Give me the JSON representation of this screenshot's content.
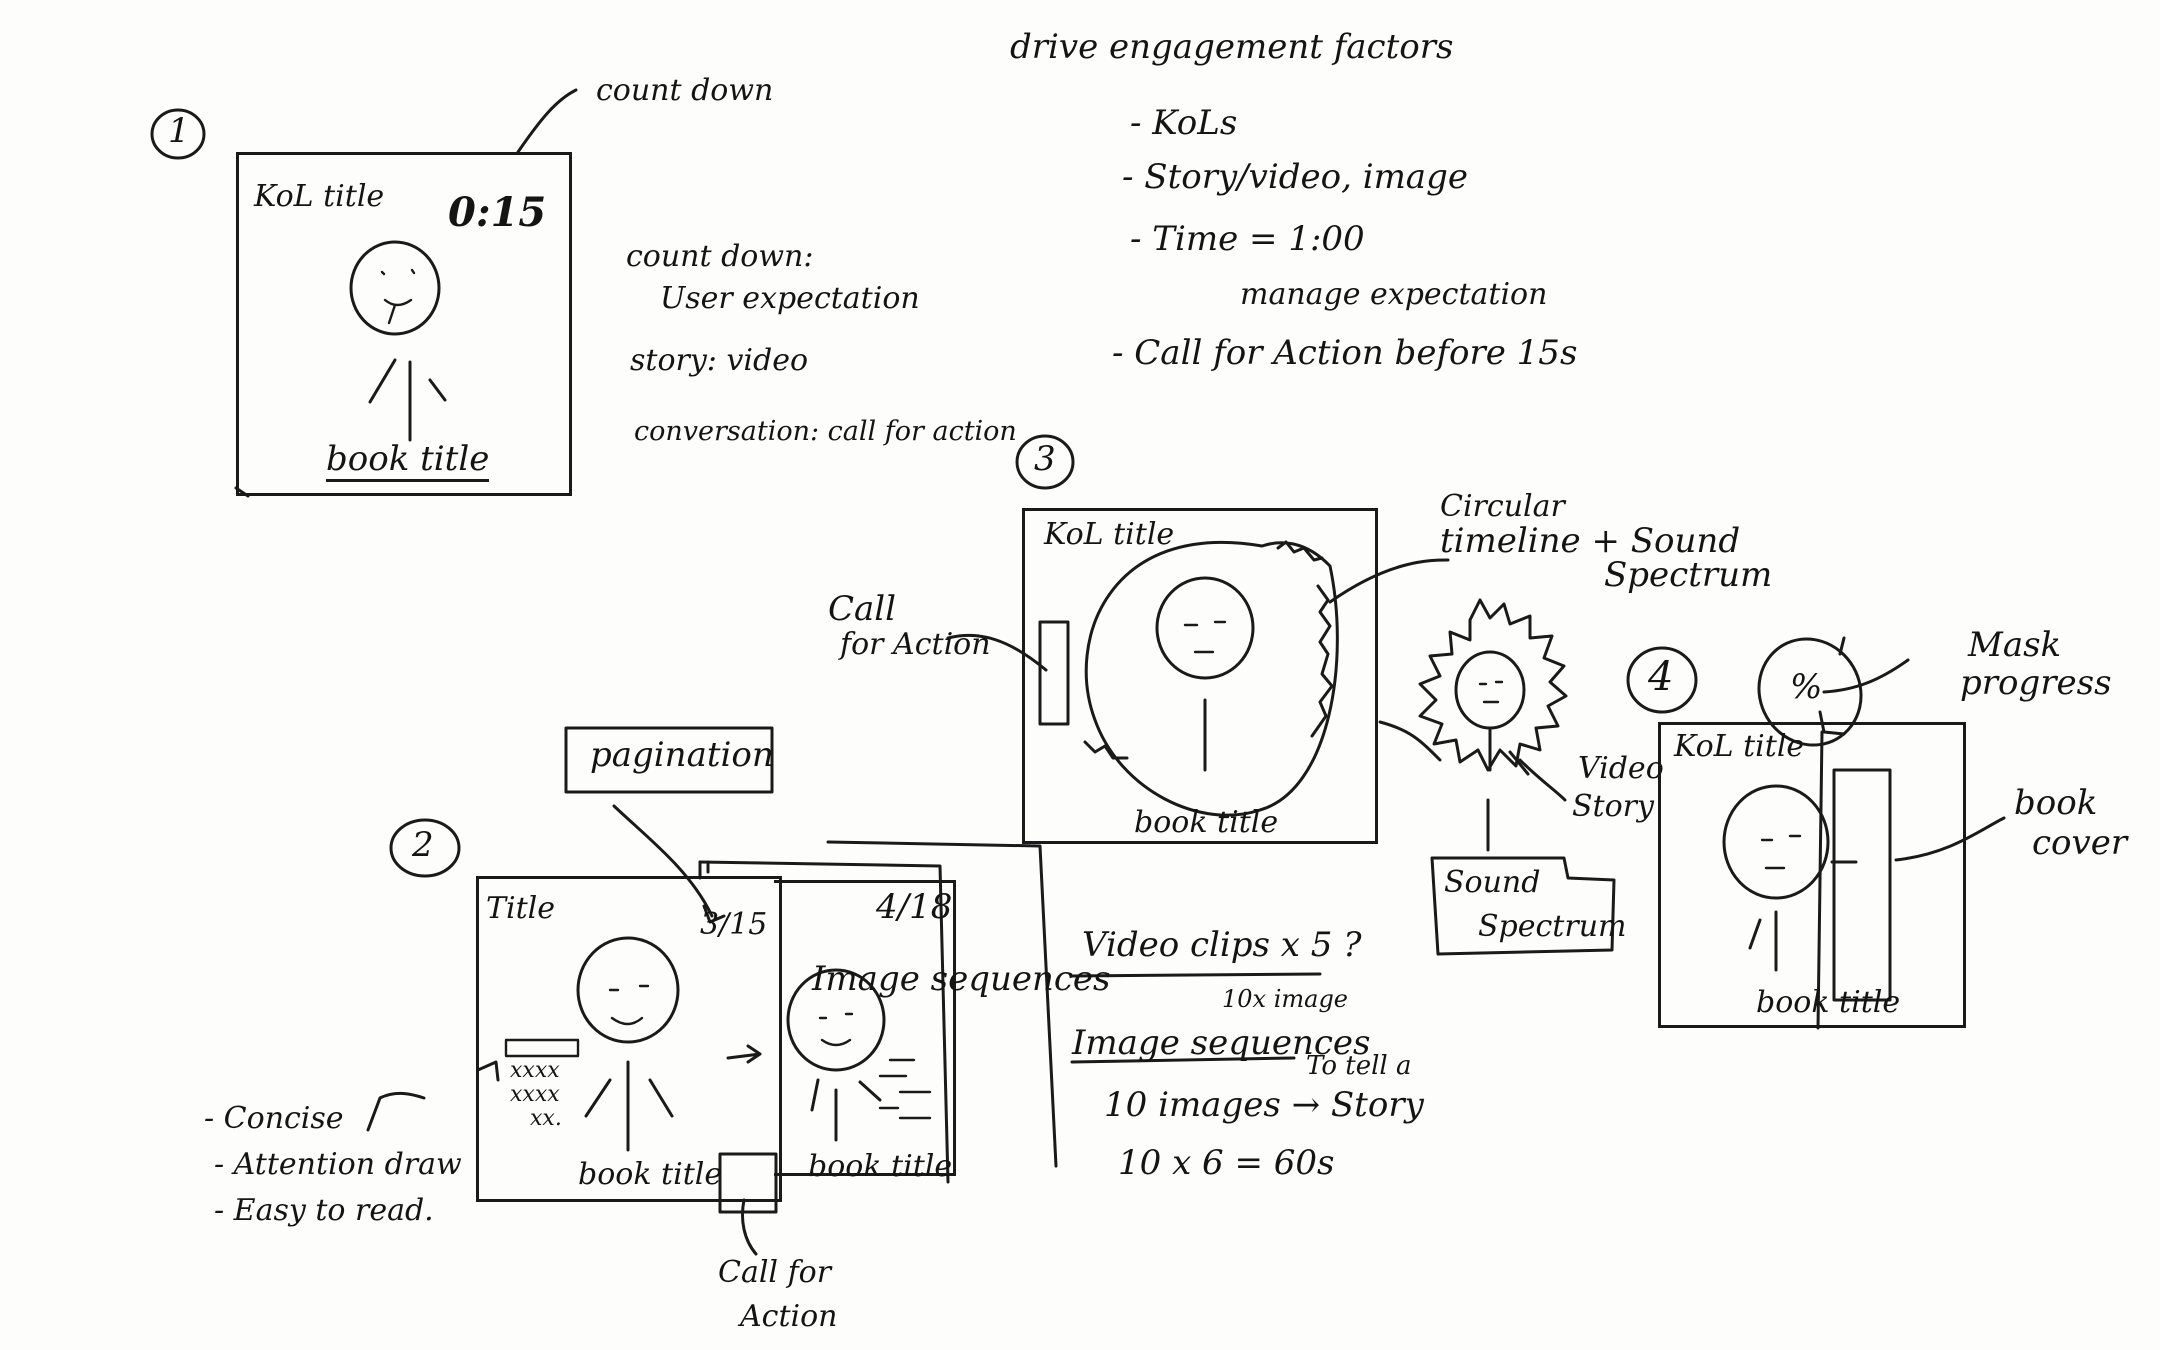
{
  "header": {
    "title": "drive engagement factors",
    "items": [
      "- KoLs",
      "- Story/video, image",
      "- Time = 1:00",
      "manage expectation",
      "- Call for Action before 15s"
    ]
  },
  "sketch1": {
    "number": "1",
    "countdown_callout": "count down",
    "kol_title": "KoL title",
    "timer": "0:15",
    "book_title": "book title",
    "notes": [
      "count down:",
      "User expectation",
      "story: video",
      "conversation: call for action"
    ]
  },
  "sketch2_circular": {
    "number": "3",
    "kol_title": "KoL title",
    "book_title": "book title",
    "cta_label_line1": "Call",
    "cta_label_line2": "for Action",
    "timeline_label_line1": "Circular",
    "timeline_label_line2": "timeline + Sound",
    "timeline_label_line3": "Spectrum",
    "video_story_line1": "Video",
    "video_story_line2": "Story",
    "sound_spectrum_line1": "Sound",
    "sound_spectrum_line2": "Spectrum"
  },
  "sketch3_pagination": {
    "number": "2",
    "pagination_label": "pagination",
    "card1_title": "Title",
    "card1_page": "3/15",
    "card1_text_lines": [
      "xxxx",
      "xxxx",
      "xx."
    ],
    "card1_book_title": "book title",
    "card2_page": "4/18",
    "card2_heading": "Image sequences",
    "card2_book_title": "book title",
    "cta_label_line1": "Call for",
    "cta_label_line2": "Action",
    "notes_left": [
      "- Concise",
      "- Attention draw",
      "- Easy to read."
    ],
    "notes_right": [
      "Video clips x 5 ?",
      "10x image",
      "Image sequences",
      "To tell a",
      "10 images → Story",
      "10 x 6 = 60s"
    ]
  },
  "sketch4_mask": {
    "number": "4",
    "kol_title": "KoL title",
    "percent": "%",
    "mask_label_line1": "Mask",
    "mask_label_line2": "progress",
    "book_cover_line1": "book",
    "book_cover_line2": "cover",
    "book_title": "book title"
  }
}
